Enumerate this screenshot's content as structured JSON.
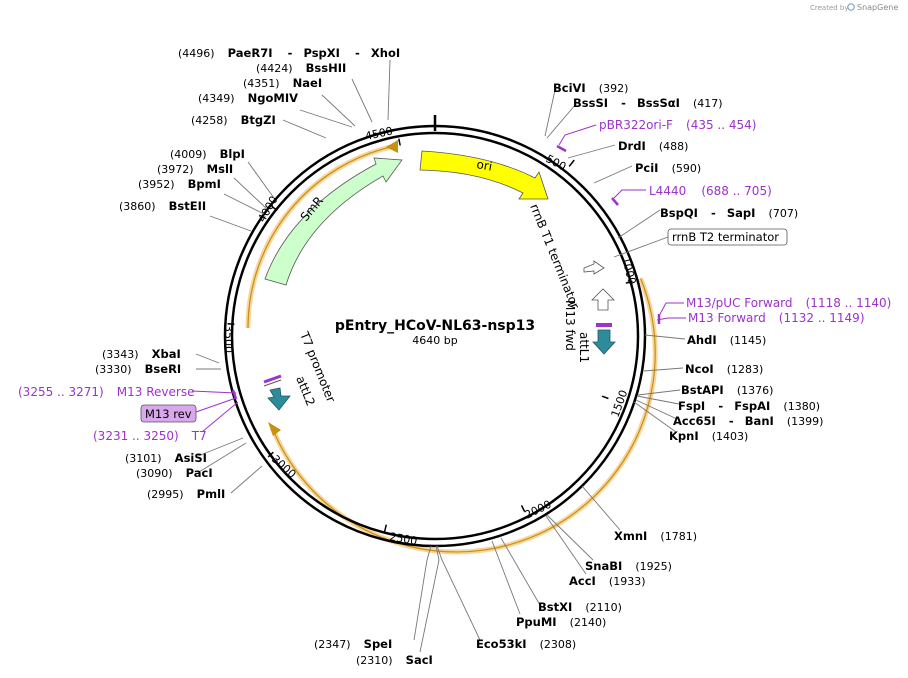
{
  "credit": {
    "prefix": "Created by",
    "brand": "SnapGene"
  },
  "plasmid": {
    "name": "pEntry_HCoV-NL63-nsp13",
    "length_label": "4640 bp",
    "length": 4640
  },
  "tick_marks": [
    "500",
    "1000",
    "1500",
    "2000",
    "2500",
    "3000",
    "3500",
    "4000",
    "4500"
  ],
  "features": [
    {
      "name": "ori",
      "color": "#ffff00"
    },
    {
      "name": "SmR",
      "color": "#ccffcc"
    },
    {
      "name": "rrnB T1 terminator",
      "color": "#ffffff"
    },
    {
      "name": "M13 fwd",
      "color": "#ffffff"
    },
    {
      "name": "attL1",
      "color": "#2e8b9a"
    },
    {
      "name": "T7 promoter",
      "color": "#ffffff"
    },
    {
      "name": "attL2",
      "color": "#2e8b9a"
    },
    {
      "name": "rrnB T2 terminator",
      "color": "#ffffff"
    }
  ],
  "primer_labels": {
    "pbr": {
      "name": "pBR322ori-F",
      "range": "(435 .. 454)"
    },
    "l4440": {
      "name": "L4440",
      "range": "(688 .. 705)"
    },
    "m13puc": {
      "name": "M13/pUC Forward",
      "range": "(1118 .. 1140)"
    },
    "m13f": {
      "name": "M13 Forward",
      "range": "(1132 .. 1149)"
    },
    "m13rev_range": "(3255 .. 3271)",
    "m13rev_name": "M13 Reverse",
    "m13rev_box": "M13 rev",
    "t7_range": "(3231 .. 3250)",
    "t7_name": "T7"
  },
  "enzyme_labels": {
    "paer7i": {
      "pos": "(4496)",
      "names": [
        "PaeR7I",
        "PspXI",
        "XhoI"
      ]
    },
    "bsshii": {
      "pos": "(4424)",
      "names": [
        "BssHII"
      ]
    },
    "naei": {
      "pos": "(4351)",
      "names": [
        "NaeI"
      ]
    },
    "ngomiv": {
      "pos": "(4349)",
      "names": [
        "NgoMIV"
      ]
    },
    "btgzi": {
      "pos": "(4258)",
      "names": [
        "BtgZI"
      ]
    },
    "blpi": {
      "pos": "(4009)",
      "names": [
        "BlpI"
      ]
    },
    "msli": {
      "pos": "(3972)",
      "names": [
        "MslI"
      ]
    },
    "bpmi": {
      "pos": "(3952)",
      "names": [
        "BpmI"
      ]
    },
    "bsteii": {
      "pos": "(3860)",
      "names": [
        "BstEII"
      ]
    },
    "xbai": {
      "pos": "(3343)",
      "names": [
        "XbaI"
      ]
    },
    "beri": {
      "pos": "(3330)",
      "names": [
        "BseRI"
      ]
    },
    "asisi": {
      "pos": "(3101)",
      "names": [
        "AsiSI"
      ]
    },
    "paci": {
      "pos": "(3090)",
      "names": [
        "PacI"
      ]
    },
    "pmli": {
      "pos": "(2995)",
      "names": [
        "PmlI"
      ]
    },
    "spei": {
      "pos": "(2347)",
      "names": [
        "SpeI"
      ]
    },
    "saci": {
      "pos": "(2310)",
      "names": [
        "SacI"
      ]
    },
    "eco53ki": {
      "pos": "(2308)",
      "names": [
        "Eco53kI"
      ]
    },
    "ppumi": {
      "pos": "(2140)",
      "names": [
        "PpuMI"
      ]
    },
    "bstxi": {
      "pos": "(2110)",
      "names": [
        "BstXI"
      ]
    },
    "acci": {
      "pos": "(1933)",
      "names": [
        "AccI"
      ]
    },
    "snabi": {
      "pos": "(1925)",
      "names": [
        "SnaBI"
      ]
    },
    "xmni": {
      "pos": "(1781)",
      "names": [
        "XmnI"
      ]
    },
    "kpni": {
      "pos": "(1403)",
      "names": [
        "KpnI"
      ]
    },
    "acc65i": {
      "pos": "(1399)",
      "names": [
        "Acc65I",
        "BanI"
      ]
    },
    "fspi": {
      "pos": "(1380)",
      "names": [
        "FspI",
        "FspAI"
      ]
    },
    "bstapi": {
      "pos": "(1376)",
      "names": [
        "BstAPI"
      ]
    },
    "ncoi": {
      "pos": "(1283)",
      "names": [
        "NcoI"
      ]
    },
    "ahdi": {
      "pos": "(1145)",
      "names": [
        "AhdI"
      ]
    },
    "bspqi": {
      "pos": "(707)",
      "names": [
        "BspQI",
        "SapI"
      ]
    },
    "pcii": {
      "pos": "(590)",
      "names": [
        "PciI"
      ]
    },
    "drdi": {
      "pos": "(488)",
      "names": [
        "DrdI"
      ]
    },
    "bsssi": {
      "pos": "(417)",
      "names": [
        "BssSI",
        "BssSαI"
      ]
    },
    "bcivi": {
      "pos": "(392)",
      "names": [
        "BciVI"
      ]
    }
  },
  "colors": {
    "backbone": "#000000",
    "highlight": "#f7d59c",
    "primer": "#9b33cc",
    "primer_box": "#d9a8ec",
    "ori": "#ffff00",
    "smr": "#ccffcc",
    "att": "#2e8b9a"
  }
}
